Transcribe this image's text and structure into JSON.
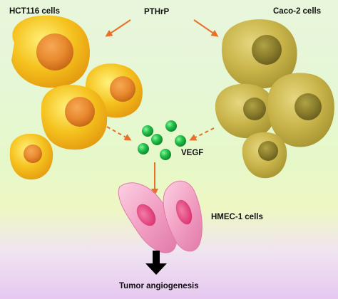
{
  "labels": {
    "hct116": "HCT116 cells",
    "pthrp": "PTHrP",
    "caco2": "Caco-2 cells",
    "vegf": "VEGF",
    "hmec1": "HMEC-1 cells",
    "outcome": "Tumor angiogenesis"
  },
  "colors": {
    "arrow": "#e8702a",
    "hct116_cell": "#f5c21e",
    "hct116_nucleus": "#e8892e",
    "caco2_cell": "#c9b54a",
    "caco2_nucleus": "#8a7d2c",
    "vegf_dot": "#22c24a",
    "hmec_cell": "#f2a0c4",
    "hmec_nucleus": "#e0457f",
    "outcome_arrow": "#000000"
  },
  "icons": [
    "hct116-cell-icon",
    "caco2-cell-icon",
    "vegf-molecule-icon",
    "hmec1-cell-icon",
    "down-arrow-icon"
  ]
}
